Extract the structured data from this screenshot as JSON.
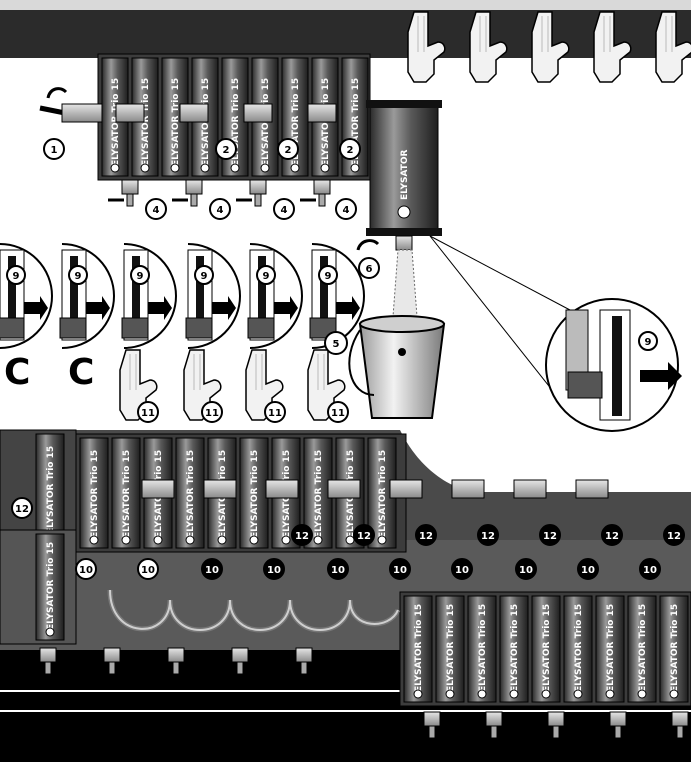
{
  "brand": {
    "name": "ELYSATOR",
    "model": "Trio",
    "size": "15"
  },
  "steps": {
    "one": "1",
    "two": "2",
    "four": "4",
    "five": "5",
    "six": "6",
    "nine": "9",
    "ten": "10",
    "eleven": "11",
    "twelve": "12"
  },
  "letters": {
    "c": "C"
  },
  "colors": {
    "ink": "#000000",
    "dark_gray": "#3a3a3a",
    "mid_gray": "#8a8a8a",
    "light_gray": "#d9d9d9",
    "paper": "#ffffff"
  },
  "icons": {
    "hand": "pointing-hand-icon",
    "arrow": "turn-arrow-icon",
    "bucket": "bucket-icon",
    "valve": "valve-icon"
  }
}
